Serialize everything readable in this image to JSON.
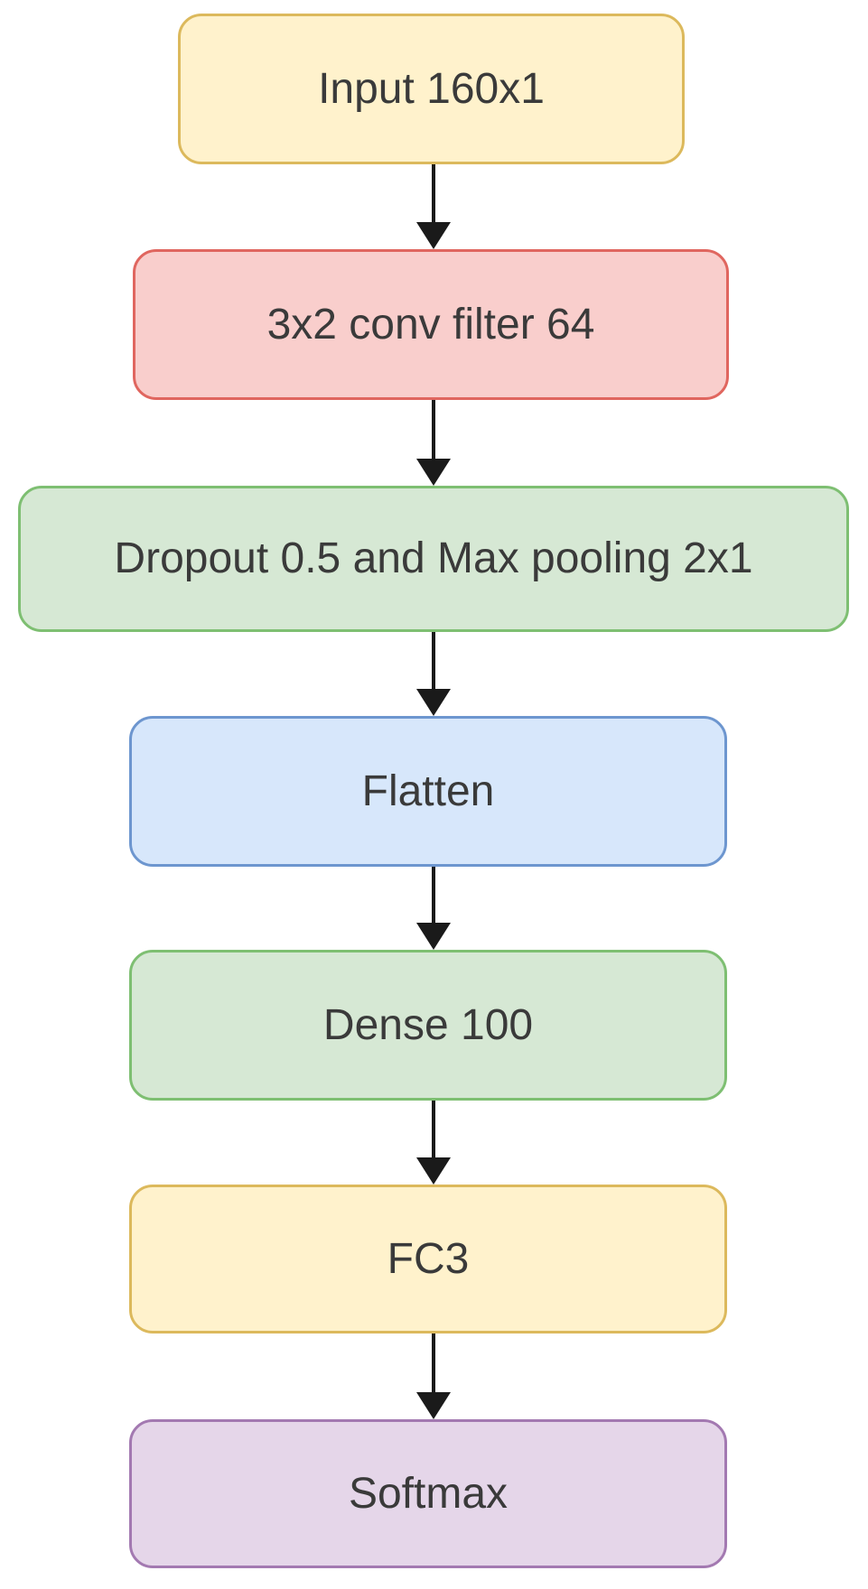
{
  "diagram": {
    "background": "#ffffff",
    "text_color": "#3a3a3a",
    "arrow_color": "#1a1a1a",
    "nodes": [
      {
        "id": "input",
        "label": "Input 160x1",
        "fill": "#FFF2CC",
        "border": "#DCB95C"
      },
      {
        "id": "conv",
        "label": "3x2 conv filter 64",
        "fill": "#F9CECC",
        "border": "#E0665F"
      },
      {
        "id": "dropout_maxpool",
        "label": "Dropout 0.5 and Max pooling 2x1",
        "fill": "#D6E8D4",
        "border": "#7EBF72"
      },
      {
        "id": "flatten",
        "label": "Flatten",
        "fill": "#D7E7FB",
        "border": "#6D96CF"
      },
      {
        "id": "dense",
        "label": "Dense 100",
        "fill": "#D6E8D4",
        "border": "#7EBF72"
      },
      {
        "id": "fc3",
        "label": "FC3",
        "fill": "#FFF2CC",
        "border": "#DCB95C"
      },
      {
        "id": "softmax",
        "label": "Softmax",
        "fill": "#E5D6E9",
        "border": "#A379B1"
      }
    ],
    "arrows": [
      {
        "from": "input",
        "to": "conv"
      },
      {
        "from": "conv",
        "to": "dropout_maxpool"
      },
      {
        "from": "dropout_maxpool",
        "to": "flatten"
      },
      {
        "from": "flatten",
        "to": "dense"
      },
      {
        "from": "dense",
        "to": "fc3"
      },
      {
        "from": "fc3",
        "to": "softmax"
      }
    ]
  }
}
